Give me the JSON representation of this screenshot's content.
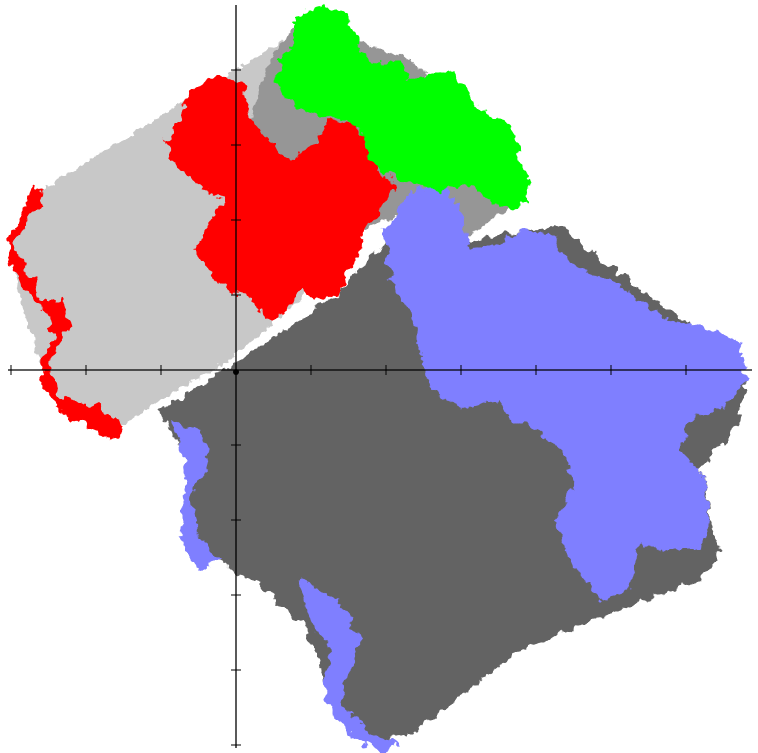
{
  "colors": {
    "background": "#ffffff",
    "axis": "#000000",
    "light_projection": "#c8c8c8",
    "mid_projection": "#969696",
    "dark_projection": "#646464",
    "red_fractal": "#ff0000",
    "green_fractal": "#00ff00",
    "blue_fractal": "#7f7fff"
  },
  "diagram": {
    "type": "fractal-tiles-with-projection-shadows",
    "regions": [
      {
        "id": "light-shadow",
        "color_key": "light_projection"
      },
      {
        "id": "mid-shadow",
        "color_key": "mid_projection"
      },
      {
        "id": "dark-shadow",
        "color_key": "dark_projection"
      },
      {
        "id": "red-tile",
        "color_key": "red_fractal"
      },
      {
        "id": "green-tile",
        "color_key": "green_fractal"
      },
      {
        "id": "blue-tile",
        "color_key": "blue_fractal"
      }
    ],
    "axes": {
      "horizontal": true,
      "vertical": true,
      "tick_marks": true
    }
  }
}
